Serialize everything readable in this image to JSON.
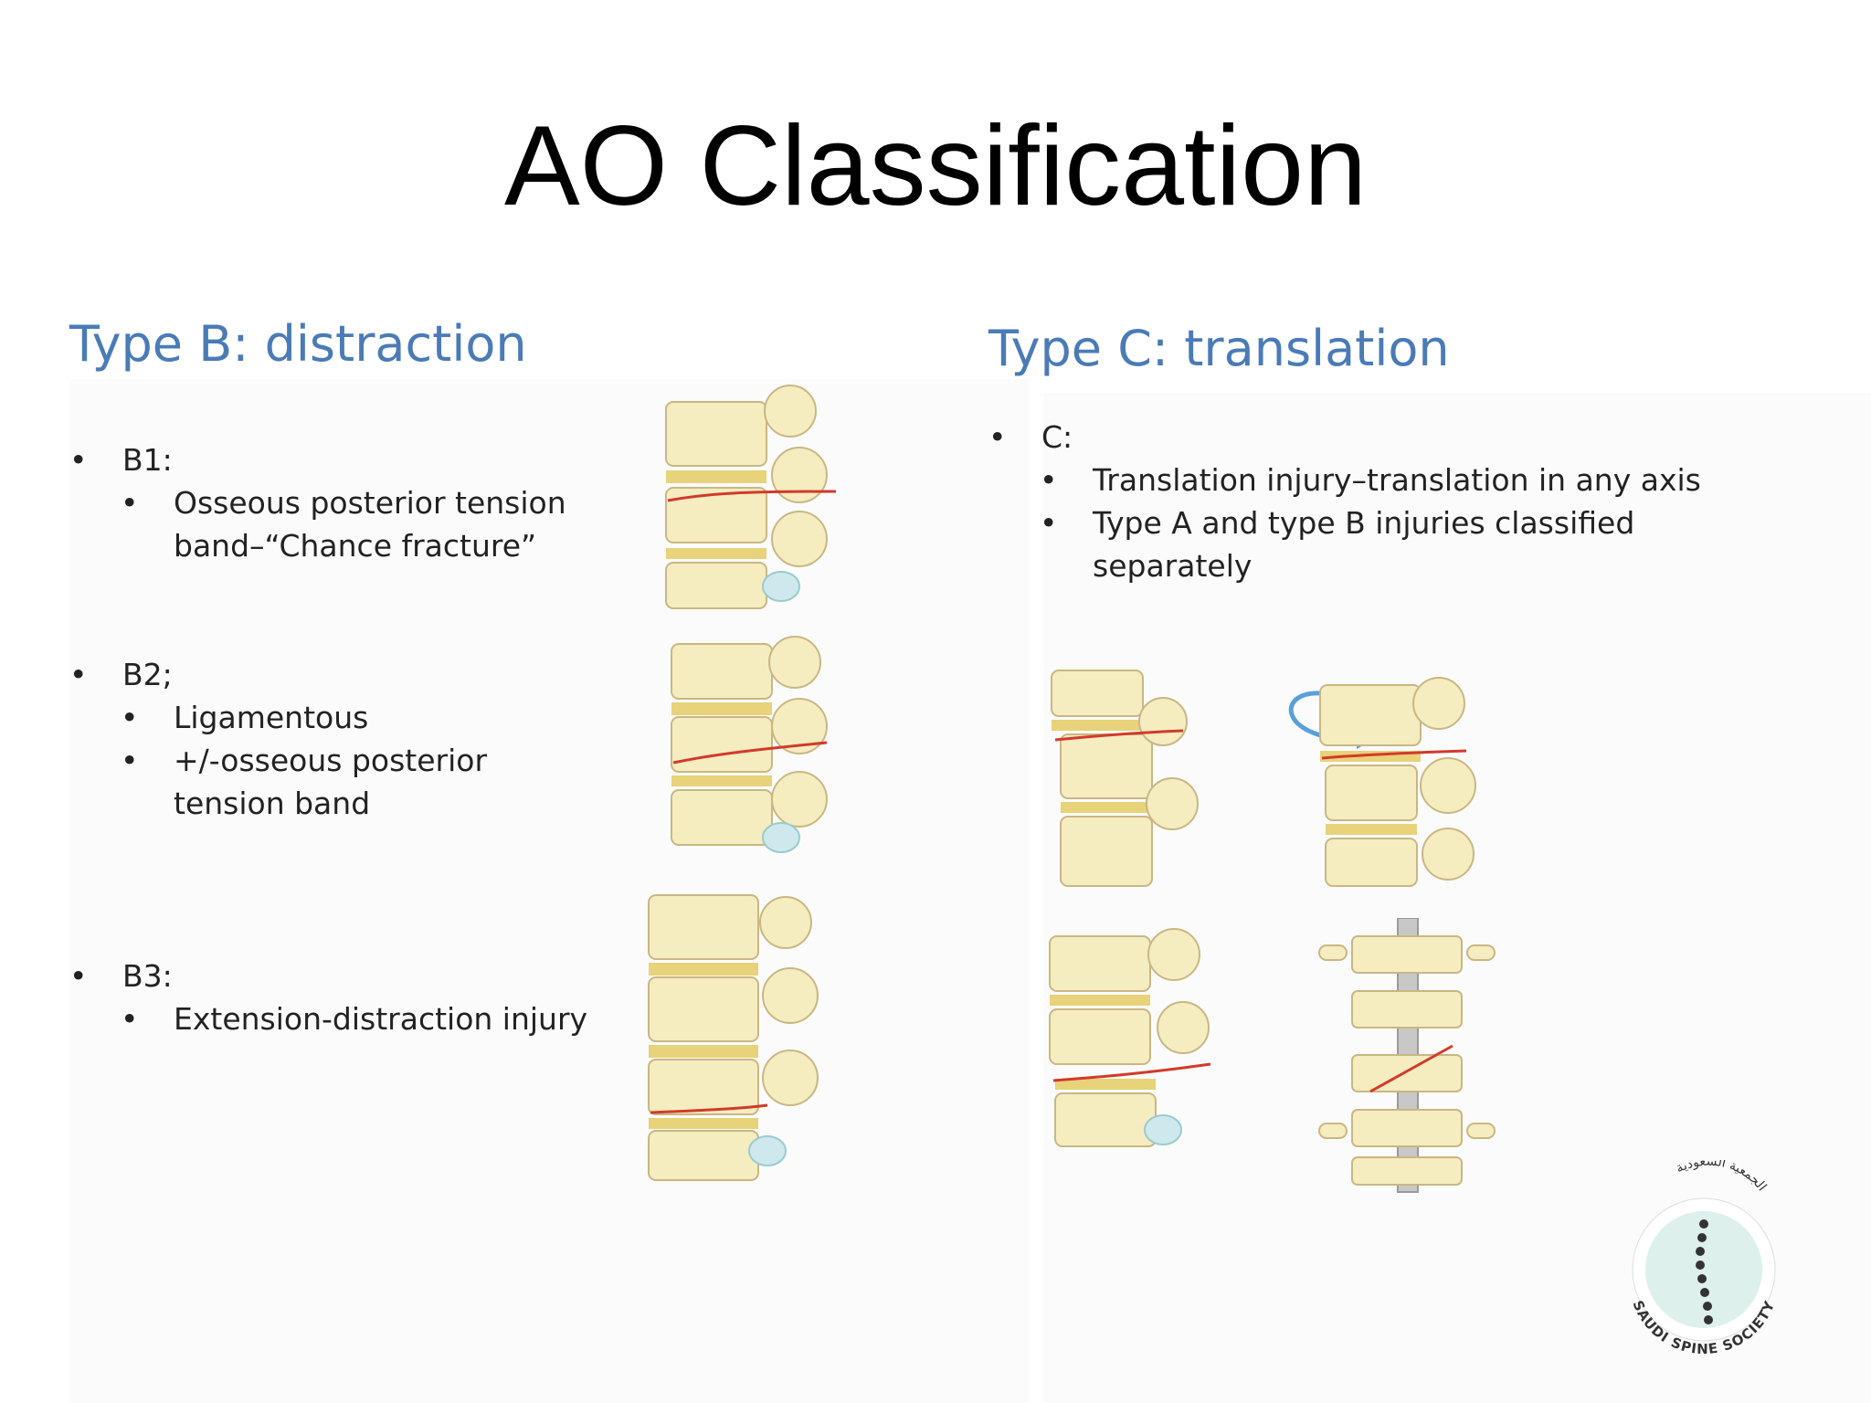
{
  "title": "AO Classification",
  "type_b": {
    "heading": "Type B: distraction",
    "b1": {
      "label": "B1:",
      "items": [
        "Osseous posterior tension band–“Chance fracture”"
      ]
    },
    "b2": {
      "label": "B2;",
      "items": [
        "Ligamentous",
        "+/-osseous posterior tension band"
      ]
    },
    "b3": {
      "label": "B3:",
      "items": [
        "Extension-distraction injury"
      ]
    }
  },
  "type_c": {
    "heading": "Type C: translation",
    "c": {
      "label": "C:",
      "items": [
        "Translation injury–translation in any axis",
        "Type A and type B injuries classified separately"
      ]
    }
  },
  "logo": {
    "text": "SAUDI SPINE SOCIETY",
    "arabic": "الجمعية السعودية"
  },
  "colors": {
    "heading": "#4a7bb7",
    "bone": "#f5ecc0",
    "bone_edge": "#c9b783",
    "fracture": "#d23a2a",
    "disc": "#e8d27a",
    "arrow": "#5aa0d8"
  }
}
